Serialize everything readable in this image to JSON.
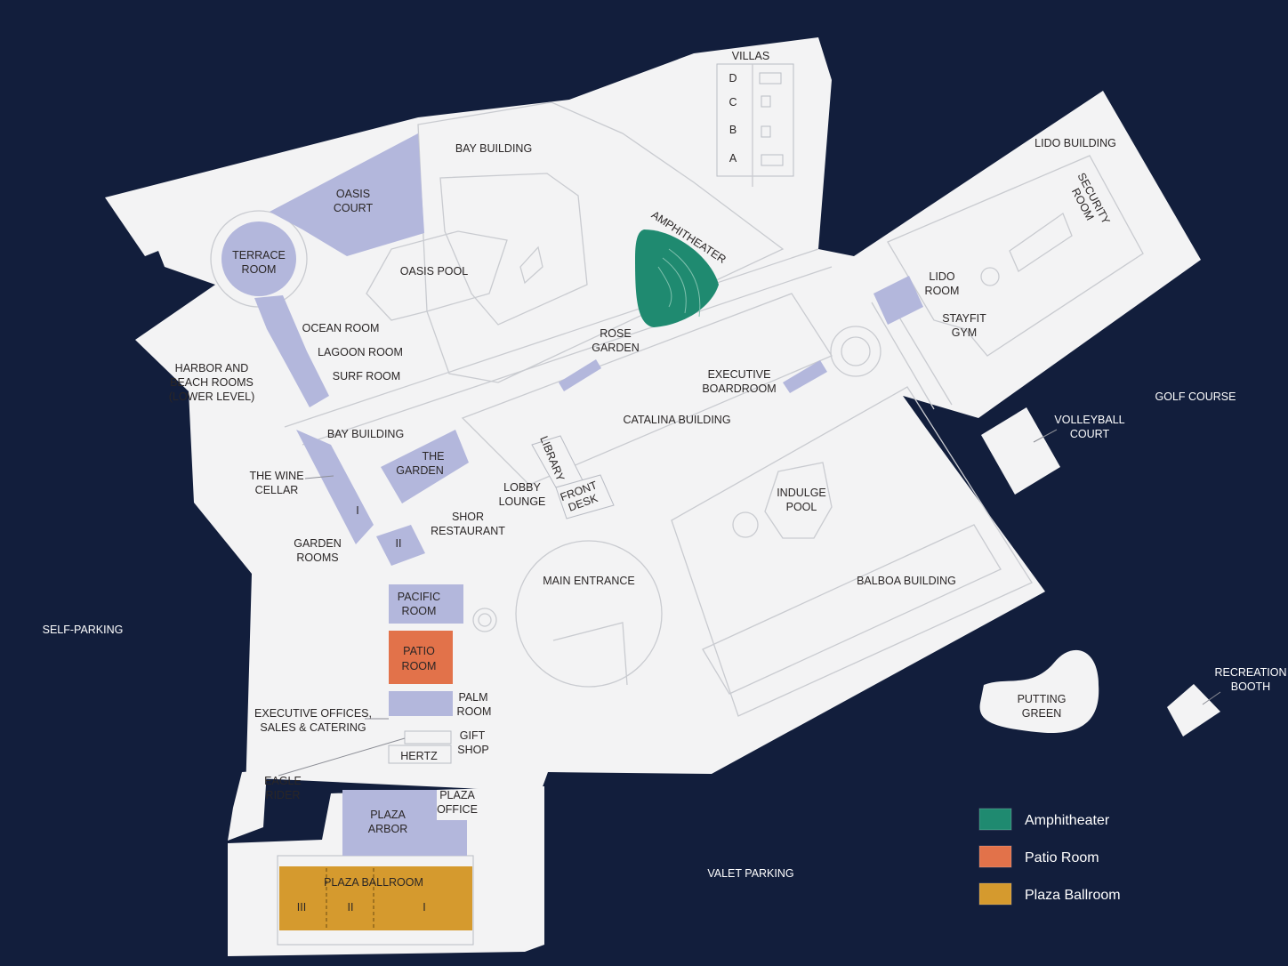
{
  "colors": {
    "background": "#121e3c",
    "ground": "#f3f3f4",
    "meeting_room": "#b3b7dc",
    "amphitheater": "#1f8a70",
    "patio_room": "#e2724a",
    "plaza_ballroom": "#d59a2e"
  },
  "labels": {
    "villas": "VILLAS",
    "villa_d": "D",
    "villa_c": "C",
    "villa_b": "B",
    "villa_a": "A",
    "bay_building_north": "BAY BUILDING",
    "lido_building": "LIDO BUILDING",
    "security_room_1": "SECURITY",
    "security_room_2": "ROOM",
    "oasis_court_1": "OASIS",
    "oasis_court_2": "COURT",
    "amphitheater": "AMPHITHEATER",
    "terrace_room_1": "TERRACE",
    "terrace_room_2": "ROOM",
    "oasis_pool": "OASIS POOL",
    "lido_room_1": "LIDO",
    "lido_room_2": "ROOM",
    "stayfit_gym_1": "STAYFIT",
    "stayfit_gym_2": "GYM",
    "ocean_room": "OCEAN ROOM",
    "rose_garden_1": "ROSE",
    "rose_garden_2": "GARDEN",
    "lagoon_room": "LAGOON ROOM",
    "harbor_1": "HARBOR AND",
    "harbor_2": "BEACH ROOMS",
    "harbor_3": "(LOWER LEVEL)",
    "surf_room": "SURF ROOM",
    "executive_boardroom_1": "EXECUTIVE",
    "executive_boardroom_2": "BOARDROOM",
    "golf_course": "GOLF COURSE",
    "catalina_building": "CATALINA BUILDING",
    "volleyball_court_1": "VOLLEYBALL",
    "volleyball_court_2": "COURT",
    "bay_building_south": "BAY BUILDING",
    "the_garden_1": "THE",
    "the_garden_2": "GARDEN",
    "library": "LIBRARY",
    "the_wine_cellar_1": "THE WINE",
    "the_wine_cellar_2": "CELLAR",
    "lobby_lounge_1": "LOBBY",
    "lobby_lounge_2": "LOUNGE",
    "front_desk_1": "FRONT",
    "front_desk_2": "DESK",
    "indulge_pool_1": "INDULGE",
    "indulge_pool_2": "POOL",
    "garden_rooms_i": "I",
    "garden_rooms_ii": "II",
    "shor_restaurant_1": "SHOR",
    "shor_restaurant_2": "RESTAURANT",
    "garden_rooms_1": "GARDEN",
    "garden_rooms_2": "ROOMS",
    "main_entrance": "MAIN ENTRANCE",
    "balboa_building": "BALBOA BUILDING",
    "pacific_room_1": "PACIFIC",
    "pacific_room_2": "ROOM",
    "self_parking": "SELF-PARKING",
    "patio_room_1": "PATIO",
    "patio_room_2": "ROOM",
    "recreation_booth_1": "RECREATION",
    "recreation_booth_2": "BOOTH",
    "palm_room_1": "PALM",
    "palm_room_2": "ROOM",
    "putting_green_1": "PUTTING",
    "putting_green_2": "GREEN",
    "executive_offices_1": "EXECUTIVE OFFICES,",
    "executive_offices_2": "SALES & CATERING",
    "gift_shop_1": "GIFT",
    "gift_shop_2": "SHOP",
    "hertz": "HERTZ",
    "eagle_rider_1": "EAGLE",
    "eagle_rider_2": "RIDER",
    "plaza_office_1": "PLAZA",
    "plaza_office_2": "OFFICE",
    "plaza_arbor_1": "PLAZA",
    "plaza_arbor_2": "ARBOR",
    "valet_parking": "VALET PARKING",
    "plaza_ballroom": "PLAZA BALLROOM",
    "ballroom_iii": "III",
    "ballroom_ii": "II",
    "ballroom_i": "I"
  },
  "legend": [
    {
      "label": "Amphitheater",
      "color": "#1f8a70"
    },
    {
      "label": "Patio Room",
      "color": "#e2724a"
    },
    {
      "label": "Plaza Ballroom",
      "color": "#d59a2e"
    }
  ]
}
